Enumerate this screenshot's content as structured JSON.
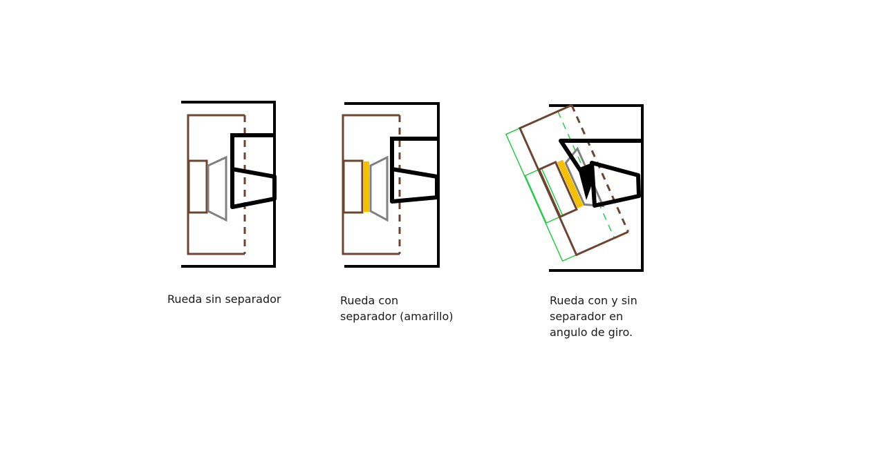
{
  "colors": {
    "frame": "#000000",
    "wheel": "#6b4530",
    "hub": "#808080",
    "spacer": "#f5c000",
    "rotated_outline": "#22cc44",
    "background": "#ffffff"
  },
  "diagrams": [
    {
      "id": "wheel-no-spacer",
      "caption": "Rueda sin separador"
    },
    {
      "id": "wheel-with-spacer",
      "caption": "Rueda con\nseparador (amarillo)"
    },
    {
      "id": "wheel-turn-angle",
      "caption": "Rueda con y sin\nseparador en\nangulo de giro."
    }
  ]
}
